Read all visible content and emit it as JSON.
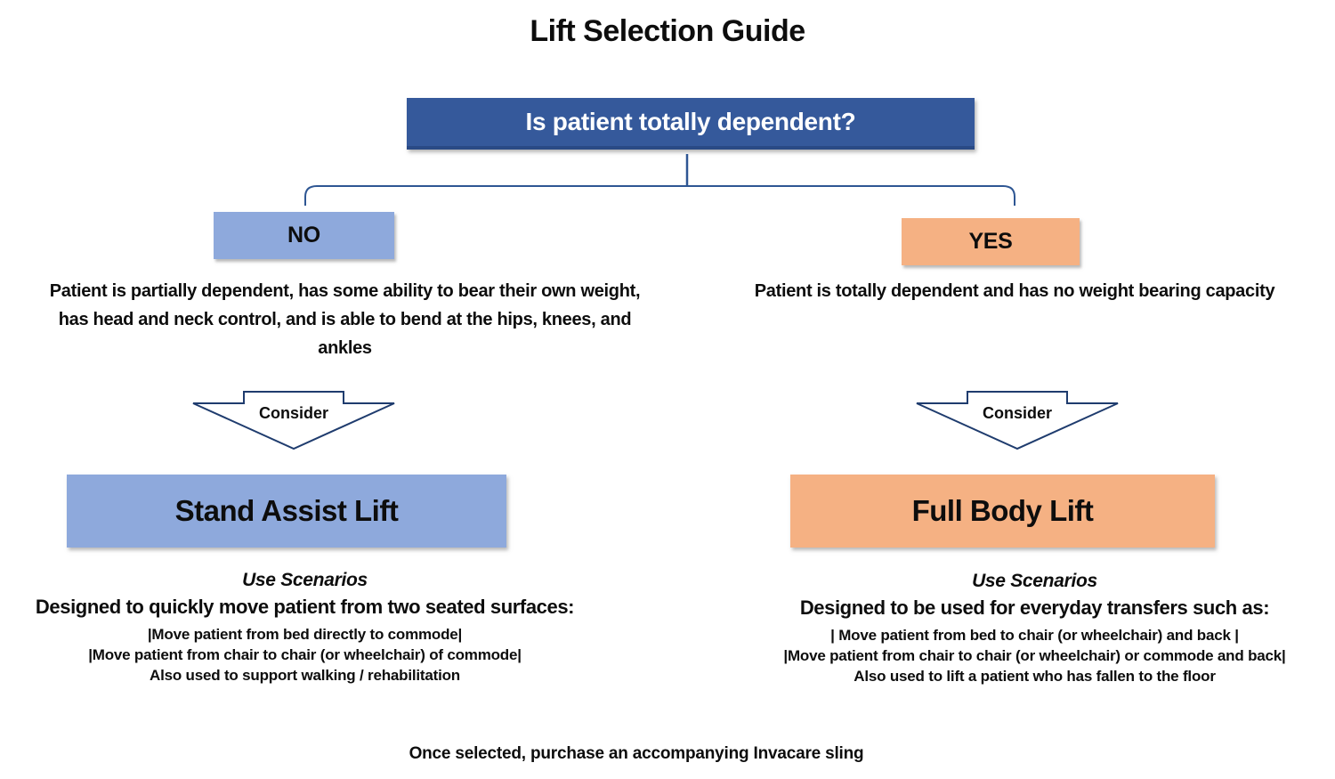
{
  "page": {
    "title": "Lift Selection Guide",
    "footer": "Once selected, purchase an accompanying Invacare sling"
  },
  "decision": {
    "question": "Is patient totally dependent?"
  },
  "branches": {
    "no": {
      "answer": "NO",
      "description": "Patient is partially dependent, has some ability to bear their own weight, has head and neck control, and is able to bend at the hips, knees, and ankles",
      "arrow_label": "Consider",
      "result": "Stand Assist Lift",
      "scenarios_title": "Use Scenarios",
      "scenarios_heading": "Designed to quickly move patient from two seated surfaces:",
      "scenarios": [
        "|Move patient from bed directly to commode|",
        "|Move patient from chair to chair (or wheelchair) of commode|",
        "Also used to support walking / rehabilitation"
      ]
    },
    "yes": {
      "answer": "YES",
      "description": "Patient is totally dependent and has no weight bearing capacity",
      "arrow_label": "Consider",
      "result": "Full Body Lift",
      "scenarios_title": "Use Scenarios",
      "scenarios_heading": "Designed to be used for everyday transfers such as:",
      "scenarios": [
        "| Move patient from bed to chair (or wheelchair) and back |",
        "|Move patient from chair to chair (or wheelchair) or commode and back|",
        "Also used to lift a patient who has fallen to the floor"
      ]
    }
  },
  "colors": {
    "question_box": "#35599b",
    "no_branch": "#8ea9dc",
    "yes_branch": "#f5b183",
    "connector": "#2e5693",
    "arrow_outline": "#1f3c6e",
    "text": "#0d0d0d",
    "question_text": "#ffffff"
  }
}
